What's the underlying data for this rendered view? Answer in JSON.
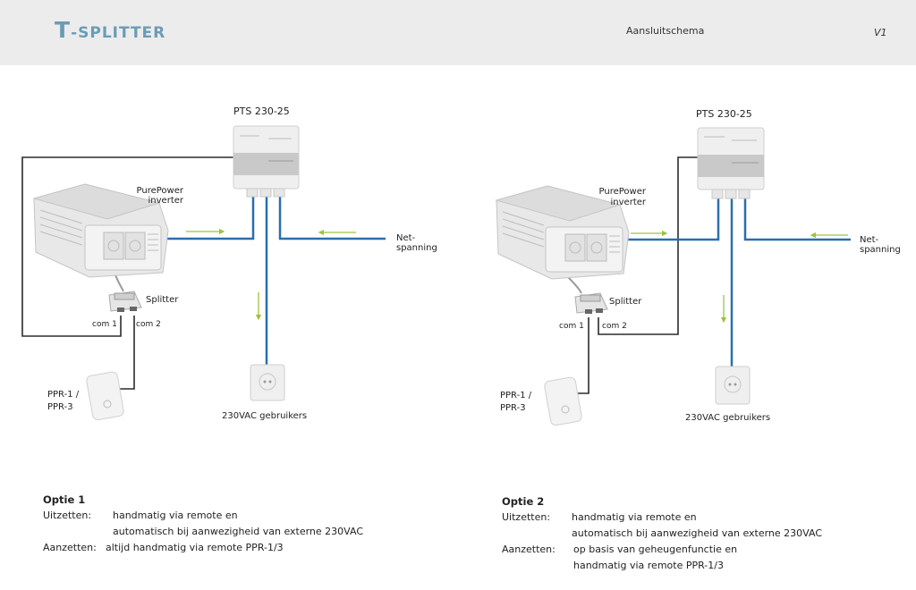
{
  "header": {
    "logo_prefix": "T",
    "logo_rest": "-SPLITTER",
    "title": "Aansluitschema",
    "version": "V1"
  },
  "diagrams": [
    {
      "switch_label": "PTS 230-25",
      "inverter_label_1": "PurePower",
      "inverter_label_2": "inverter",
      "splitter_label": "Splitter",
      "com1_label": "com 1",
      "com2_label": "com 2",
      "remote_label_1": "PPR-1 /",
      "remote_label_2": "PPR-3",
      "grid_label_1": "Net-",
      "grid_label_2": "spanning",
      "consumer_label": "230VAC gebruikers"
    },
    {
      "switch_label": "PTS 230-25",
      "inverter_label_1": "PurePower",
      "inverter_label_2": "inverter",
      "splitter_label": "Splitter",
      "com1_label": "com 1",
      "com2_label": "com 2",
      "remote_label_1": "PPR-1 /",
      "remote_label_2": "PPR-3",
      "grid_label_1": "Net-",
      "grid_label_2": "spanning",
      "consumer_label": "230VAC gebruikers"
    }
  ],
  "options": [
    {
      "title": "Optie 1",
      "off_label": "Uitzetten:",
      "off_lines": [
        "handmatig via remote en",
        "automatisch bij aanwezigheid van externe 230VAC"
      ],
      "on_label": "Aanzetten:",
      "on_lines": [
        "altijd handmatig via remote PPR-1/3"
      ]
    },
    {
      "title": "Optie 2",
      "off_label": "Uitzetten:",
      "off_lines": [
        "handmatig via remote en",
        "automatisch bij aanwezigheid van externe 230VAC"
      ],
      "on_label": "Aanzetten:",
      "on_lines": [
        "op basis van geheugenfunctie en",
        "handmatig via remote PPR-1/3"
      ]
    }
  ],
  "colors": {
    "header_bg": "#ececec",
    "logo": "#6a9cb6",
    "power_cable": "#2a6fae",
    "signal_cable": "#2b2b2b",
    "flow_arrow": "#9cc43c"
  }
}
